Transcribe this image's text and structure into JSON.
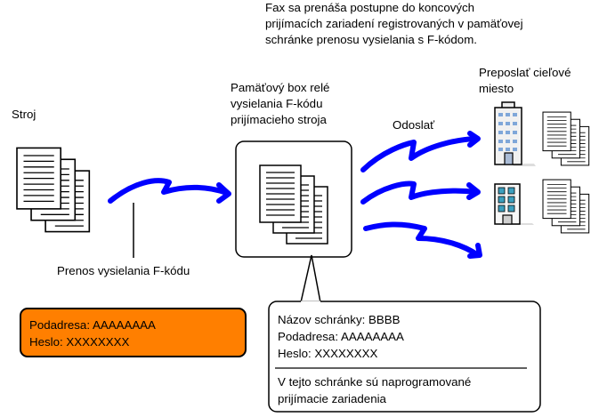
{
  "header_text": [
    "Fax sa prenáša postupne do koncových",
    "prijímacích zariadení registrovaných v pamäťovej",
    "schránke prenosu vysielania s F-kódom."
  ],
  "labels": {
    "machine": "Stroj",
    "relay_box": [
      "Pamäťový box relé",
      "vysielania F-kódu",
      "prijímacieho stroja"
    ],
    "send": "Odoslať",
    "forward_destination": [
      "Preposlať cieľové",
      "miesto"
    ],
    "transmission": "Prenos vysielania F-kódu"
  },
  "sender_box": {
    "sub_address": "Podadresa: AAAAAAAA",
    "password": "Heslo: XXXXXXXX",
    "fill_color": "#ff7f00"
  },
  "memory_box_callout": {
    "box_name": "Názov schránky: BBBB",
    "sub_address": "Podadresa: AAAAAAAA",
    "password": "Heslo: XXXXXXXX",
    "note": [
      "V tejto schránke sú naprogramované",
      "prijímacie zariadenia"
    ]
  },
  "icons": {
    "documents": "document-stack-icon",
    "office_building": "office-building-icon",
    "arrow": "transmission-arrow-icon"
  },
  "colors": {
    "arrow": "#0000ff",
    "building_window_light": "#7fa7d9",
    "building_window_teal": "#3c9fbf"
  }
}
